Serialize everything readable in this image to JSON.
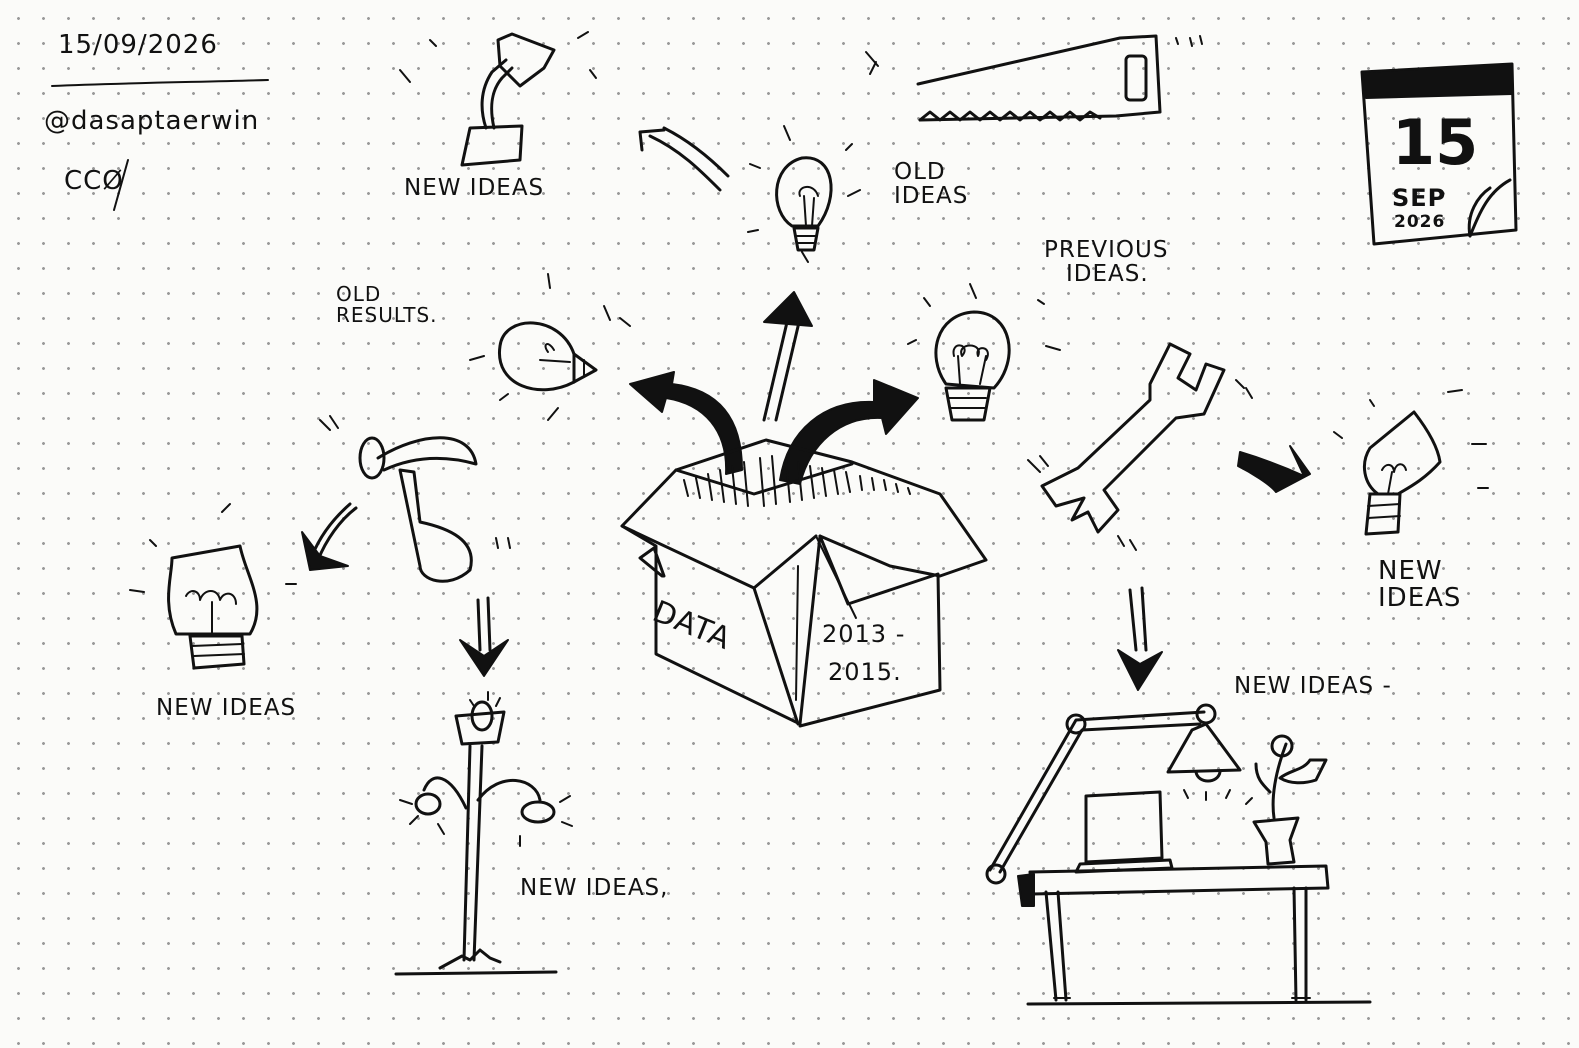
{
  "header": {
    "date": "15/09/2026",
    "author": "@dasaptaerwin",
    "license": "CCØ"
  },
  "calendar": {
    "day": "15",
    "month": "SEP",
    "year": "2026"
  },
  "box": {
    "label": "DATA",
    "years_top": "2013 -",
    "years_bottom": "2015."
  },
  "labels": {
    "desk_lamp_new_ideas": "NEW IDEAS",
    "old_ideas_line1": "OLD",
    "old_ideas_line2": "IDEAS",
    "previous_ideas_line1": "PREVIOUS",
    "previous_ideas_line2": "IDEAS.",
    "old_results_line1": "OLD",
    "old_results_line2": "RESULTS.",
    "bulb_new_ideas_left": "NEW IDEAS",
    "tree_new_ideas": "NEW IDEAS,",
    "bulb_new_ideas_right_line1": "NEW",
    "bulb_new_ideas_right_line2": "IDEAS",
    "desk_new_ideas": "NEW IDEAS -"
  },
  "colors": {
    "ink": "#111111",
    "paper": "#fbfbf9",
    "dots": "#9a9a9a"
  },
  "icons": [
    "desk-lamp-icon",
    "saw-icon",
    "calendar-icon",
    "lightbulb-icon",
    "hammer-icon",
    "wrench-icon",
    "lamp-tree-icon",
    "desk-icon",
    "open-box-icon",
    "arrow-icon"
  ]
}
